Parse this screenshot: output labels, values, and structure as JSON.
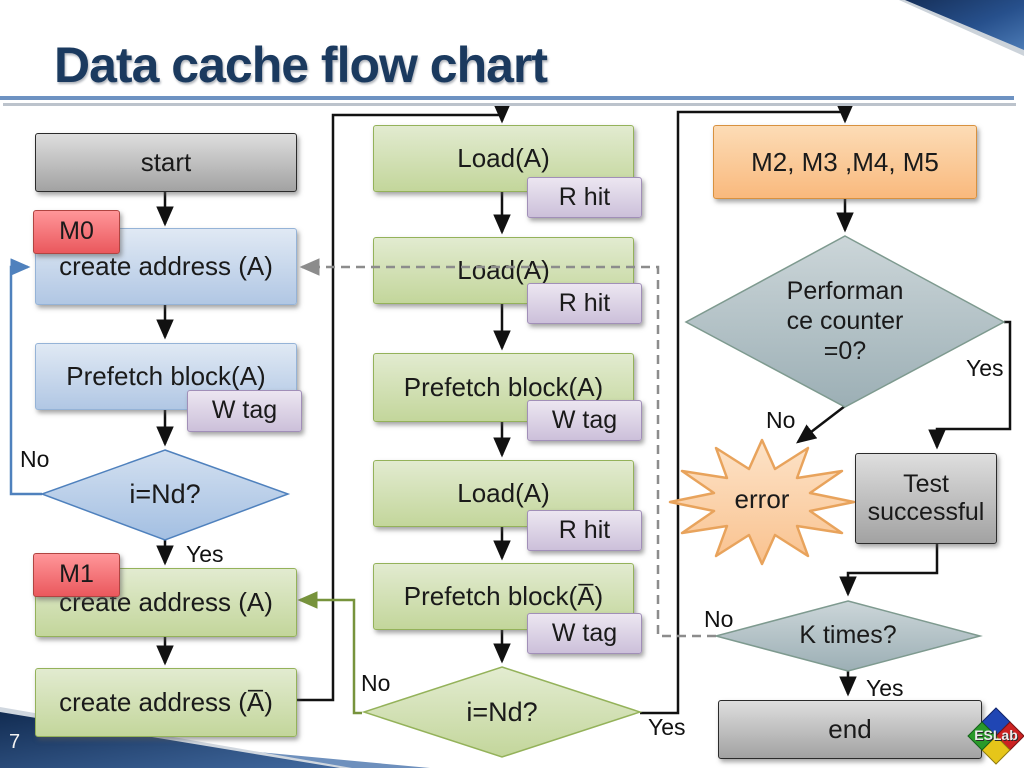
{
  "slide": {
    "title": "Data cache flow chart",
    "page_number": "7",
    "logo_text": "ESLab"
  },
  "nodes": {
    "start": "start",
    "m0": "M0",
    "m1": "M1",
    "create_address_a": "create address (A)",
    "create_address_abar": "create address (A̅)",
    "prefetch_block_a": "Prefetch block(A)",
    "prefetch_block_abar": "Prefetch block(A̅)",
    "load_a": "Load(A)",
    "r_hit": "R hit",
    "w_tag": "W tag",
    "i_nd": "i=Nd?",
    "m_set": "M2, M3 ,M4, M5",
    "perf_lines": [
      "Performan",
      "ce counter",
      "=0?"
    ],
    "error": "error",
    "test_successful": "Test successful",
    "k_times": "K times?",
    "end": "end"
  },
  "labels": {
    "yes": "Yes",
    "no": "No"
  },
  "colors": {
    "title_navy": "#1b3a5f",
    "accent_blue_connector": "#4f81bd",
    "green_connector": "#77933c",
    "dashed_gray_connector": "#8c8c8c",
    "node_green": "#c3d69b",
    "node_blue": "#b1c7e4",
    "node_purple": "#ccc0da",
    "node_gray": "#bfbfbf",
    "badge_red": "#ea585d",
    "node_orange": "#f9b97d",
    "diamond_steel": "#a9b8bd",
    "star_orange": "#fbd0a0"
  }
}
